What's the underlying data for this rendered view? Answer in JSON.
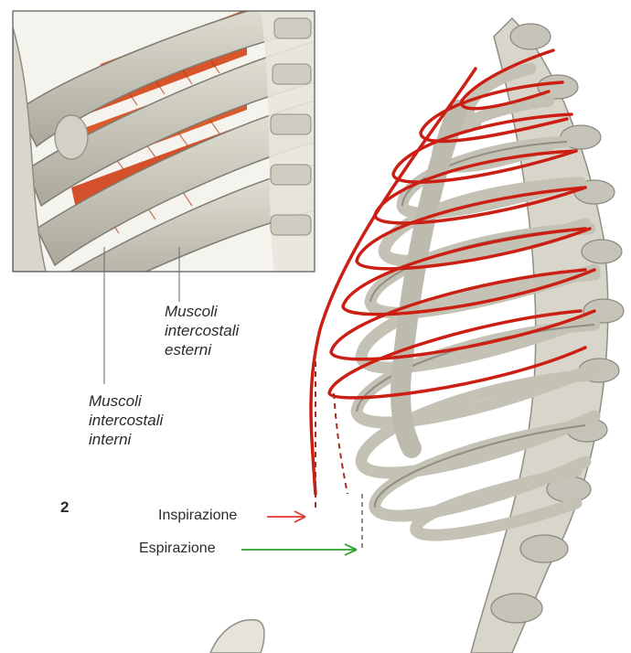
{
  "figure_number": "2",
  "labels": {
    "external": [
      "Muscoli",
      "intercostali",
      "esterni"
    ],
    "internal": [
      "Muscoli",
      "intercostali",
      "interni"
    ],
    "inspiration": "Inspirazione",
    "expiration": "Espirazione"
  },
  "colors": {
    "inspiration_arrow": "#e2362a",
    "expiration_arrow": "#2ea22e",
    "rib_outline": "#cc1f14",
    "muscle": "#d8542a",
    "bone": "#c9c7b9",
    "bone_shadow": "#8f8e82"
  }
}
